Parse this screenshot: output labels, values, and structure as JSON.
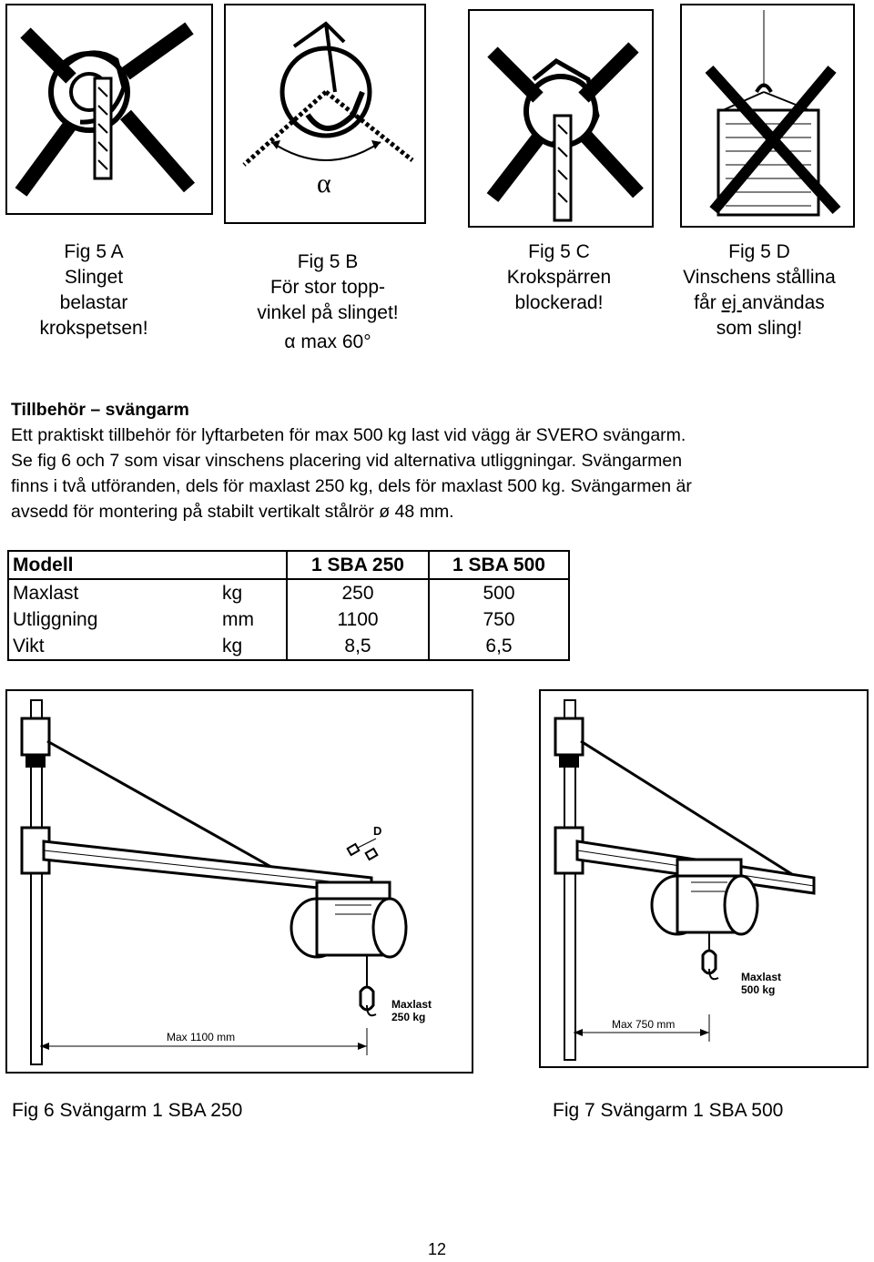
{
  "figures_top": [
    {
      "lines": [
        "Fig 5 A",
        "Slinget",
        "belastar",
        "krokspetsen!"
      ]
    },
    {
      "lines": [
        "Fig 5 B",
        "För stor topp-",
        "vinkel på slinget!"
      ],
      "angle_line": "α max 60°",
      "alpha_symbol": "α"
    },
    {
      "lines": [
        "Fig 5 C",
        "Krokspärren",
        "blockerad!"
      ]
    },
    {
      "lines_pre": [
        "Fig 5 D",
        "Vinschens stållina"
      ],
      "line3_a": "får ",
      "line3_u": "ej ",
      "line3_b": "användas",
      "line4": "som sling!"
    }
  ],
  "section": {
    "heading": "Tillbehör – svängarm",
    "lines": [
      "Ett praktiskt tillbehör för lyftarbeten för max 500 kg last vid vägg är SVERO svängarm.",
      "Se fig 6 och 7 som visar vinschens placering vid alternativa utliggningar. Svängarmen",
      "finns i två utföranden, dels för maxlast 250 kg, dels för maxlast 500 kg. Svängarmen är",
      "avsedd för montering på stabilt vertikalt stålrör ø 48 mm."
    ]
  },
  "table": {
    "headers": [
      "Modell",
      "",
      "1 SBA 250",
      "1 SBA 500"
    ],
    "rows": [
      [
        "Maxlast",
        "kg",
        "250",
        "500"
      ],
      [
        "Utliggning",
        "mm",
        "1100",
        "750"
      ],
      [
        "Vikt",
        "kg",
        "8,5",
        "6,5"
      ]
    ]
  },
  "fig6": {
    "caption": "Fig 6 Svängarm 1 SBA 250",
    "label_d": "D",
    "maxlast_label": "Maxlast",
    "maxlast_value": "250 kg",
    "dimension": "Max 1100 mm"
  },
  "fig7": {
    "caption": "Fig 7 Svängarm 1 SBA 500",
    "maxlast_label": "Maxlast",
    "maxlast_value": "500 kg",
    "dimension": "Max 750 mm"
  },
  "page_number": "12"
}
